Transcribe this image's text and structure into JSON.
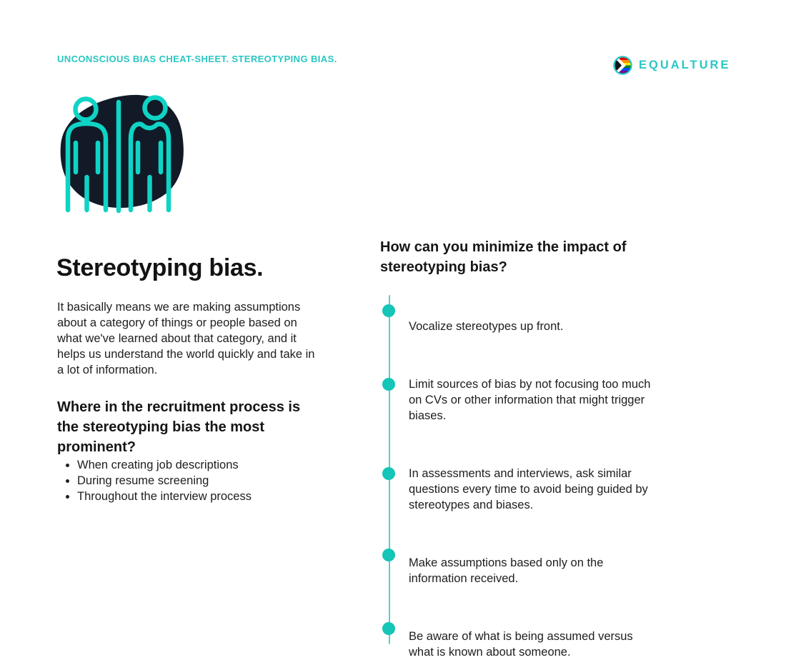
{
  "colors": {
    "accent_teal": "#29C6C2",
    "dot_teal": "#15C5B7",
    "line_teal": "#4FD3C8",
    "illustration_stroke": "#0FD4C5",
    "illustration_blob": "#121A28",
    "text_dark": "#1F1F1F"
  },
  "header": {
    "eyebrow": "UNCONSCIOUS BIAS CHEAT-SHEET. STEREOTYPING BIAS.",
    "logo_text": "EQUALTURE"
  },
  "left": {
    "title": "Stereotyping bias.",
    "description": "It basically means we are making assumptions\nabout a category of things or people based on\nwhat we've learned about that category, and it\nhelps us understand the world quickly and take in\na lot of information.",
    "subheading": "Where in the recruitment process is\nthe stereotyping bias the most\nprominent?",
    "bullets": [
      "When creating job descriptions",
      "During resume screening",
      "Throughout the interview process"
    ]
  },
  "right": {
    "heading": "How can you minimize the impact of\nstereotyping bias?",
    "tips": [
      "Vocalize stereotypes up front.",
      "Limit sources of bias by not focusing too much\non CVs or other information that might trigger\nbiases.",
      "In assessments and interviews, ask similar\nquestions every time to avoid being guided by\nstereotypes and biases.",
      "Make assumptions based only on the\ninformation received.",
      "Be aware of what is being assumed versus\nwhat is known about someone."
    ]
  },
  "icons": {
    "logo_mark": "equalture-pride-circle-logo",
    "illustration": "two-people-divided-illustration",
    "timeline_dot": "teal-circle-bullet"
  }
}
